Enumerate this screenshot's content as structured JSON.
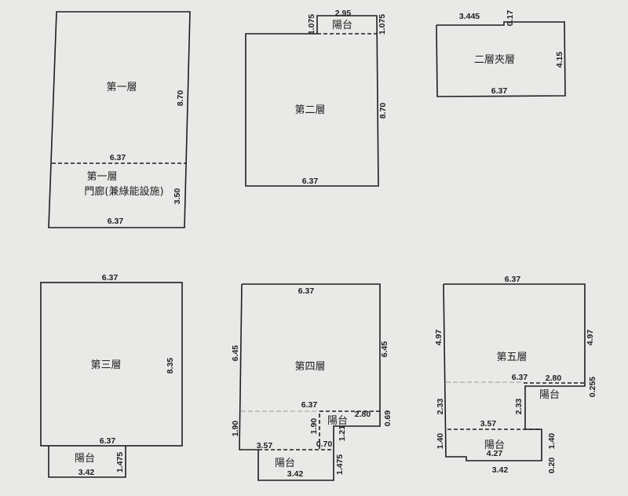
{
  "plans": {
    "floor1": {
      "label": "第一層",
      "height": "8.70",
      "width_mid": "6.37",
      "porch_label_1": "第一層",
      "porch_label_2": "門廊(兼綠能設施)",
      "porch_depth": "3.50",
      "width_bottom": "6.37"
    },
    "floor2": {
      "label": "第二層",
      "height": "8.70",
      "width_bottom": "6.37",
      "balcony_label": "陽台",
      "balcony_width": "2.95",
      "balcony_depth_left": "1.075",
      "balcony_depth_right": "1.075"
    },
    "mezzanine": {
      "label": "二層夾層",
      "width_top": "3.445",
      "step": "0.17",
      "height": "4.15",
      "width_bottom": "6.37"
    },
    "floor3": {
      "label": "第三層",
      "width_top": "6.37",
      "height": "8.35",
      "width_bottom": "6.37",
      "balcony_label": "陽台",
      "balcony_width": "3.42",
      "balcony_depth": "1.475"
    },
    "floor4": {
      "label": "第四層",
      "width_top": "6.37",
      "height_left": "6.45",
      "height_right": "6.45",
      "width_mid": "6.37",
      "balcony1_label": "陽台",
      "balcony1_width": "2.80",
      "balcony1_depth": "0.69",
      "left_lower": "1.90",
      "inner_lower": "1.90",
      "inner_right": "1.21",
      "width_lower": "3.57",
      "offset": "0.70",
      "balcony2_label": "陽台",
      "balcony2_width": "3.42",
      "balcony2_depth": "1.475"
    },
    "floor5": {
      "label": "第五層",
      "width_top": "6.37",
      "height_left": "4.97",
      "height_right": "4.97",
      "width_mid": "6.37",
      "balcony1_label": "陽台",
      "balcony1_width": "2.80",
      "balcony1_depth": "0.255",
      "left_mid": "2.33",
      "inner_mid": "2.33",
      "width_lower": "3.57",
      "balcony2_label": "陽台",
      "balcony2_width": "4.27",
      "balcony2_depth_left": "1.40",
      "balcony2_depth_right": "1.40",
      "step": "0.20",
      "width_bottom": "3.42"
    }
  }
}
